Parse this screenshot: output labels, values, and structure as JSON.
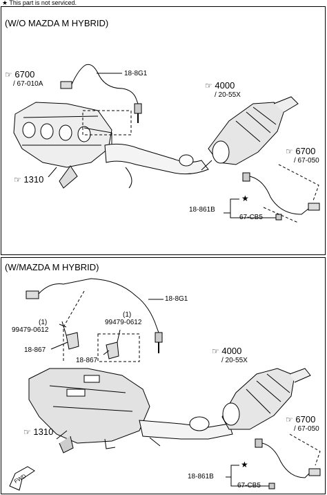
{
  "note": {
    "star": "★",
    "text": "This part is not serviced."
  },
  "top": {
    "header": "(W/O MAZDA  M HYBRID)",
    "refs": [
      {
        "main": "6700",
        "sub": "/ 67-010A"
      },
      {
        "main": "4000",
        "sub": "/ 20-55X"
      },
      {
        "main": "6700",
        "sub": "/ 67-050"
      },
      {
        "main": "1310",
        "sub": ""
      }
    ],
    "labels": {
      "sensor_upper": "18-8G1",
      "sensor_lower": "18-861B",
      "star": "★",
      "clip": "67-CB5"
    }
  },
  "bottom": {
    "header": "(W/MAZDA  M HYBRID)",
    "refs": [
      {
        "main": "4000",
        "sub": "/ 20-55X"
      },
      {
        "main": "6700",
        "sub": "/ 67-050"
      },
      {
        "main": "1310",
        "sub": ""
      }
    ],
    "labels": {
      "sensor_upper": "18-8G1",
      "bolt_a_qty": "(1)",
      "bolt_a": "99479-0612",
      "bolt_b_qty": "(1)",
      "bolt_b": "99479-0612",
      "bracket_a": "18-867",
      "bracket_b": "18-867",
      "sensor_lower": "18-861B",
      "star": "★",
      "clip": "67-CB5",
      "fwd": "FWD"
    }
  },
  "icons": {
    "ref": "pointing-hand-icon"
  }
}
